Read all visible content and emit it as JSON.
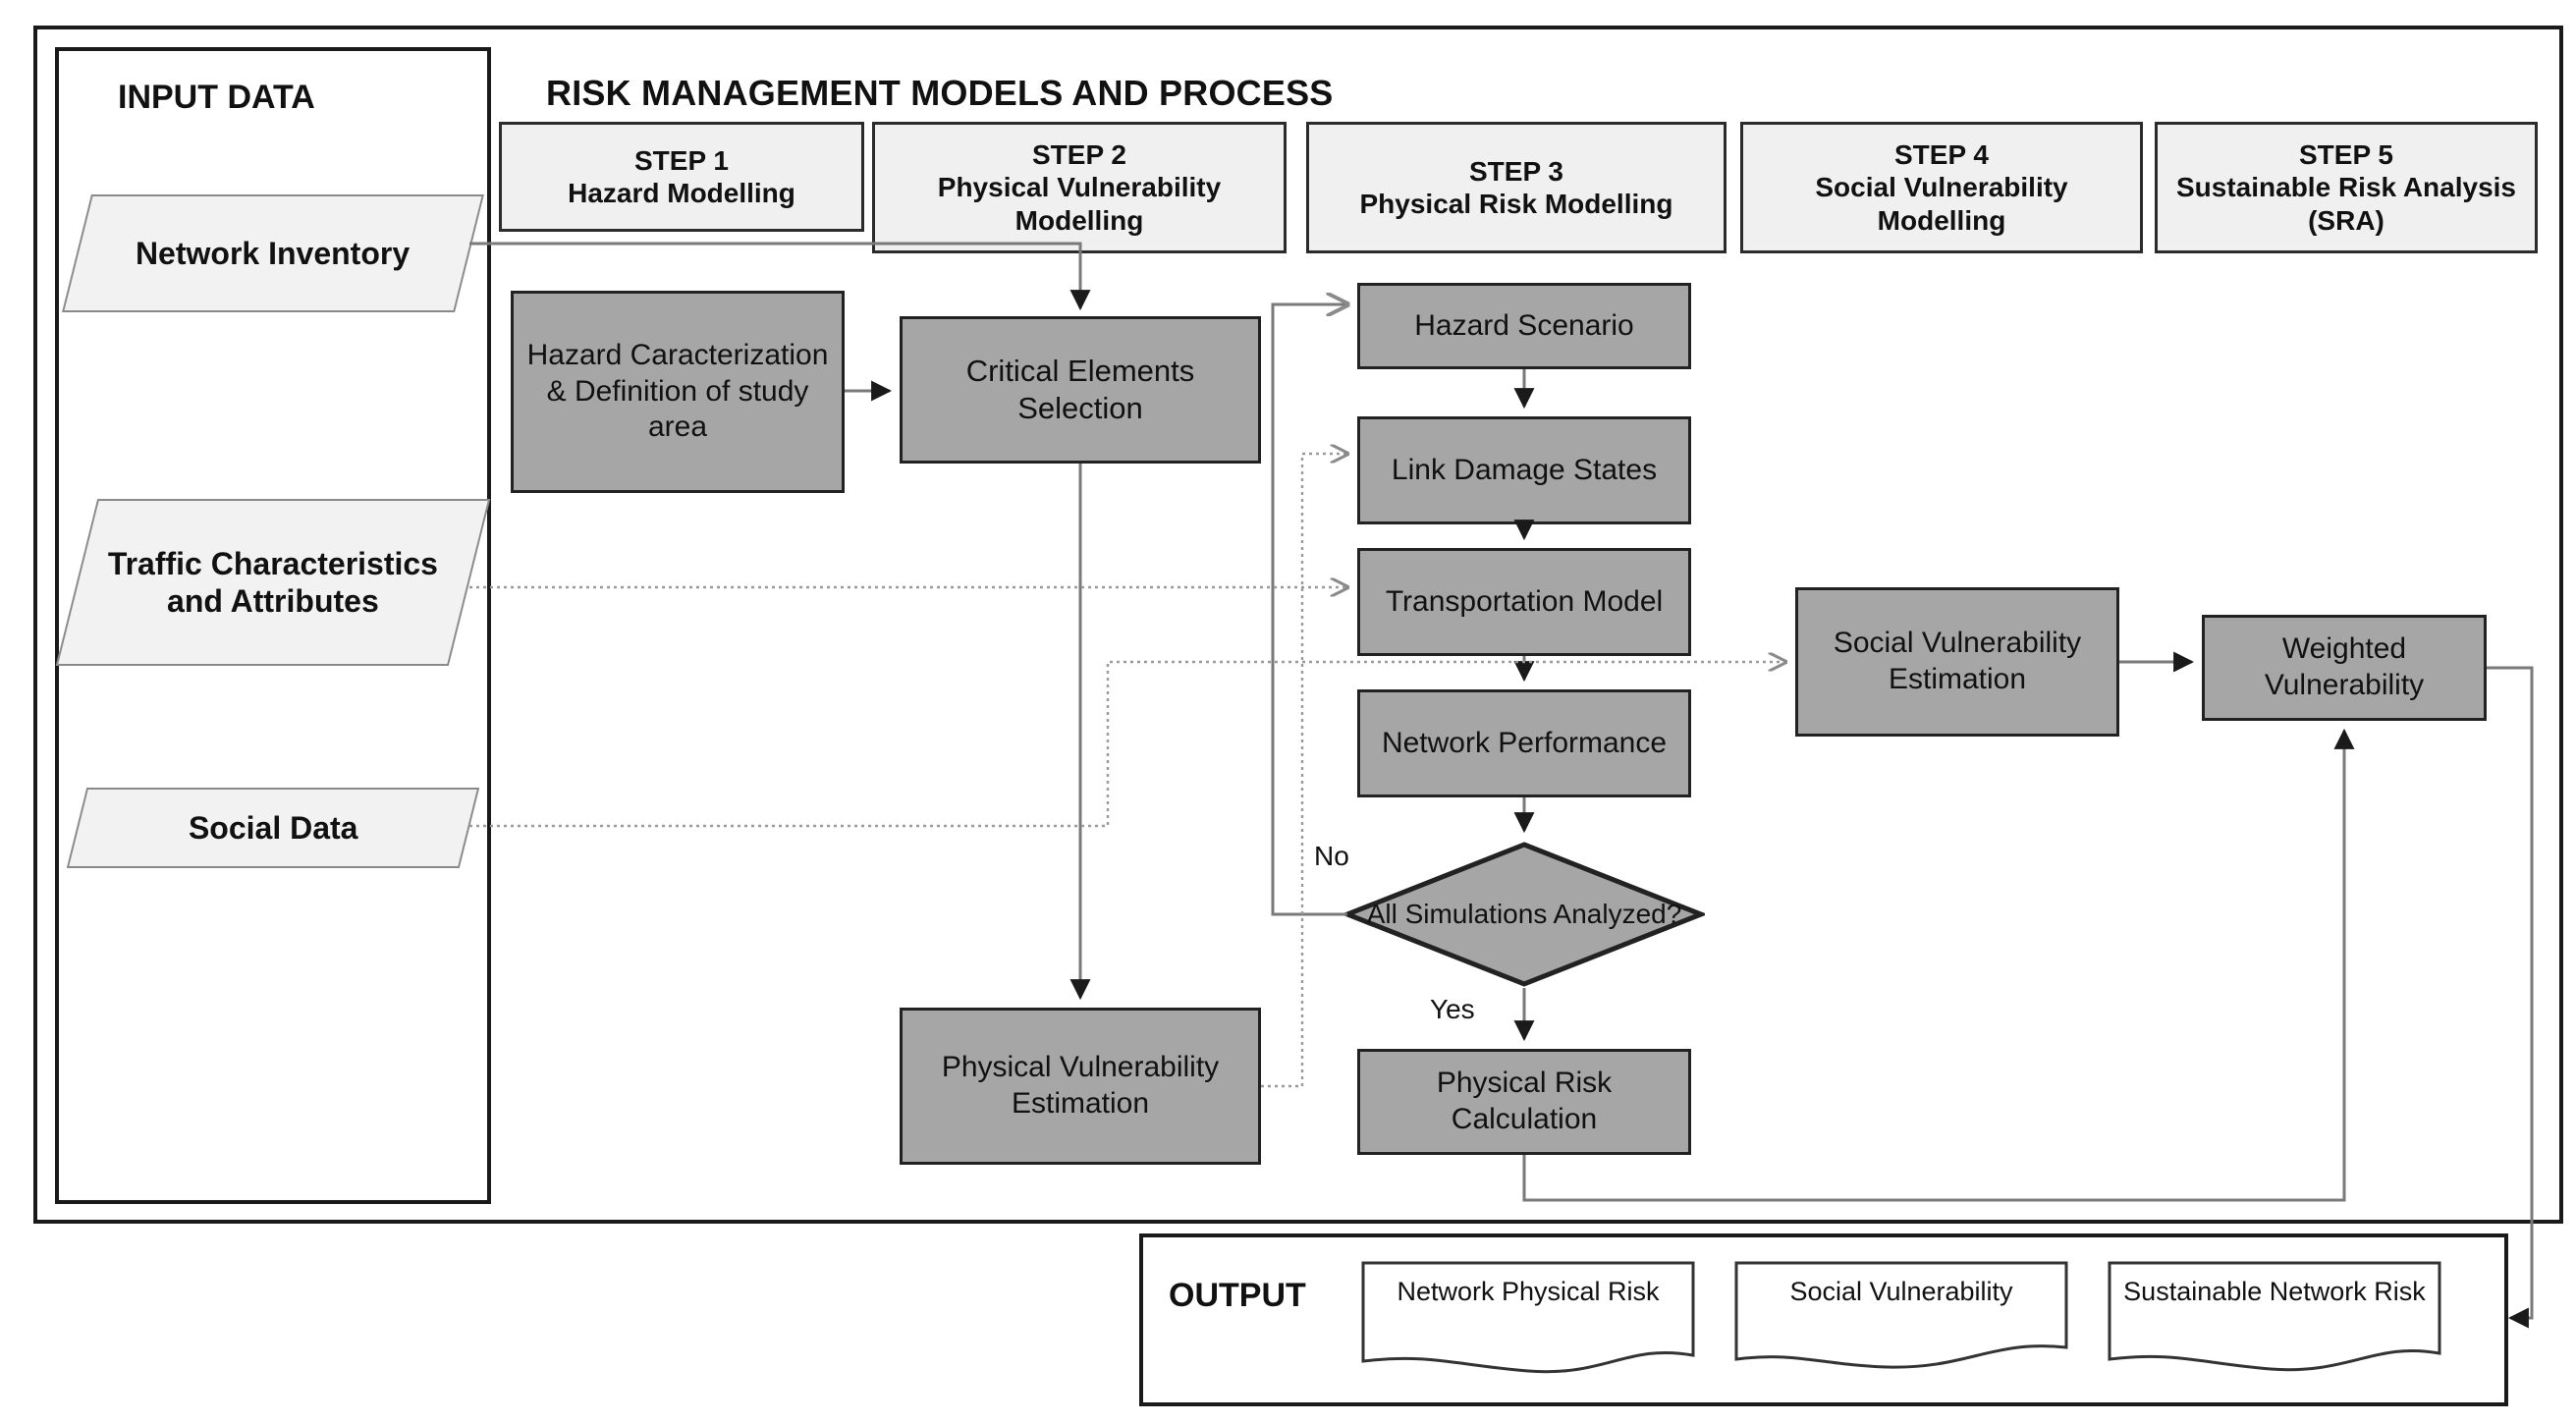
{
  "diagram": {
    "title": "RISK MANAGEMENT MODELS AND PROCESS",
    "input_panel_title": "INPUT DATA",
    "output_panel_title": "OUTPUT"
  },
  "inputs": [
    {
      "label": "Network Inventory"
    },
    {
      "label": "Traffic Characteristics and Attributes"
    },
    {
      "label": "Social Data"
    }
  ],
  "steps": [
    {
      "number": "STEP 1",
      "name": "Hazard Modelling"
    },
    {
      "number": "STEP 2",
      "name": "Physical Vulnerability Modelling"
    },
    {
      "number": "STEP 3",
      "name": "Physical Risk Modelling"
    },
    {
      "number": "STEP 4",
      "name": "Social Vulnerability Modelling"
    },
    {
      "number": "STEP 5",
      "name": "Sustainable Risk Analysis (SRA)"
    }
  ],
  "processes": {
    "hazard_characterization": "Hazard Caracterization & Definition of study area",
    "critical_elements": "Critical Elements Selection",
    "physical_vulnerability_estimation": "Physical Vulnerability Estimation",
    "hazard_scenario": "Hazard Scenario",
    "link_damage_states": "Link Damage States",
    "transportation_model": "Transportation Model",
    "network_performance": "Network Performance",
    "physical_risk_calculation": "Physical Risk Calculation",
    "social_vulnerability_estimation": "Social Vulnerability Estimation",
    "weighted_vulnerability": "Weighted Vulnerability"
  },
  "decision": {
    "label": "All Simulations Analyzed?",
    "branch_no": "No",
    "branch_yes": "Yes"
  },
  "outputs": [
    {
      "label": "Network Physical Risk"
    },
    {
      "label": "Social Vulnerability"
    },
    {
      "label": "Sustainable Network Risk"
    }
  ],
  "colors": {
    "process_fill": "#a6a6a6",
    "step_fill": "#f0f0f0",
    "input_fill": "#f2f2f2",
    "outline": "#222222",
    "connector": "#7a7a7a"
  }
}
